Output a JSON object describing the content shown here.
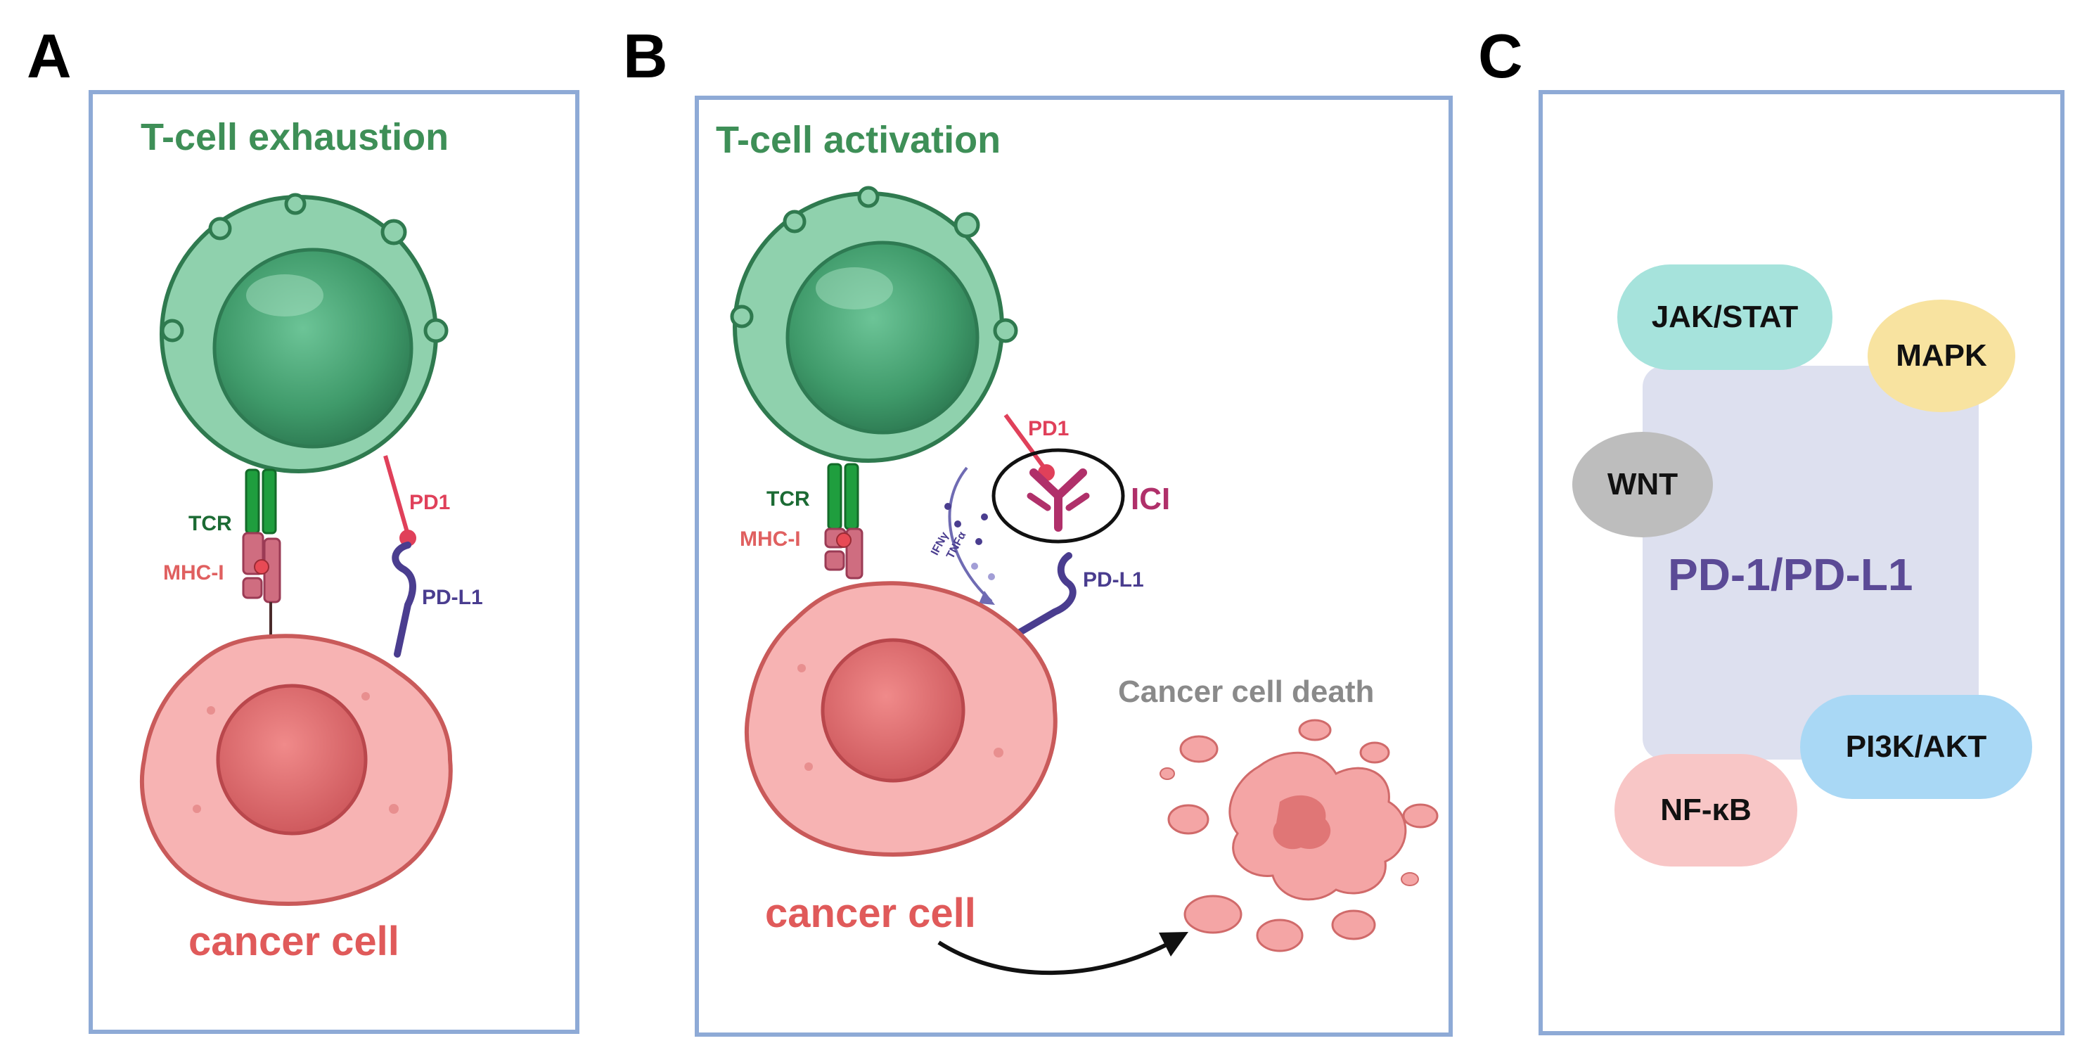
{
  "panels": [
    {
      "letter": "A",
      "title": "T-cell exhaustion",
      "labels": {
        "tcr": "TCR",
        "mhc": "MHC-I",
        "pd1": "PD1",
        "pdl1": "PD-L1",
        "cancer": "cancer cell"
      }
    },
    {
      "letter": "B",
      "title": "T-cell activation",
      "labels": {
        "tcr": "TCR",
        "mhc": "MHC-I",
        "pd1": "PD1",
        "pdl1": "PD-L1",
        "ici": "ICI",
        "ifn": "IFNγ",
        "tnf": "TNFα",
        "cancer": "cancer cell",
        "death": "Cancer cell death"
      }
    },
    {
      "letter": "C",
      "center_label": "PD-1/PD-L1",
      "pathways": [
        "JAK/STAT",
        "MAPK",
        "WNT",
        "PI3K/AKT",
        "NF-κB"
      ]
    }
  ],
  "colors": {
    "frame": "#8eaad6",
    "tcell_green": "#4ca675",
    "cancer_pink": "#f4a7a7",
    "pd1_red": "#e0405a",
    "pdl1_purple": "#4a3d8f",
    "ici_magenta": "#b0306a",
    "jakstat": "#a6e3dc",
    "mapk": "#f8e3a0",
    "wnt": "#bdbdbd",
    "pi3k": "#a9d8f5",
    "nfkb": "#f8c6c6",
    "center_box": "#dde0ef",
    "center_text": "#5b4a96"
  }
}
